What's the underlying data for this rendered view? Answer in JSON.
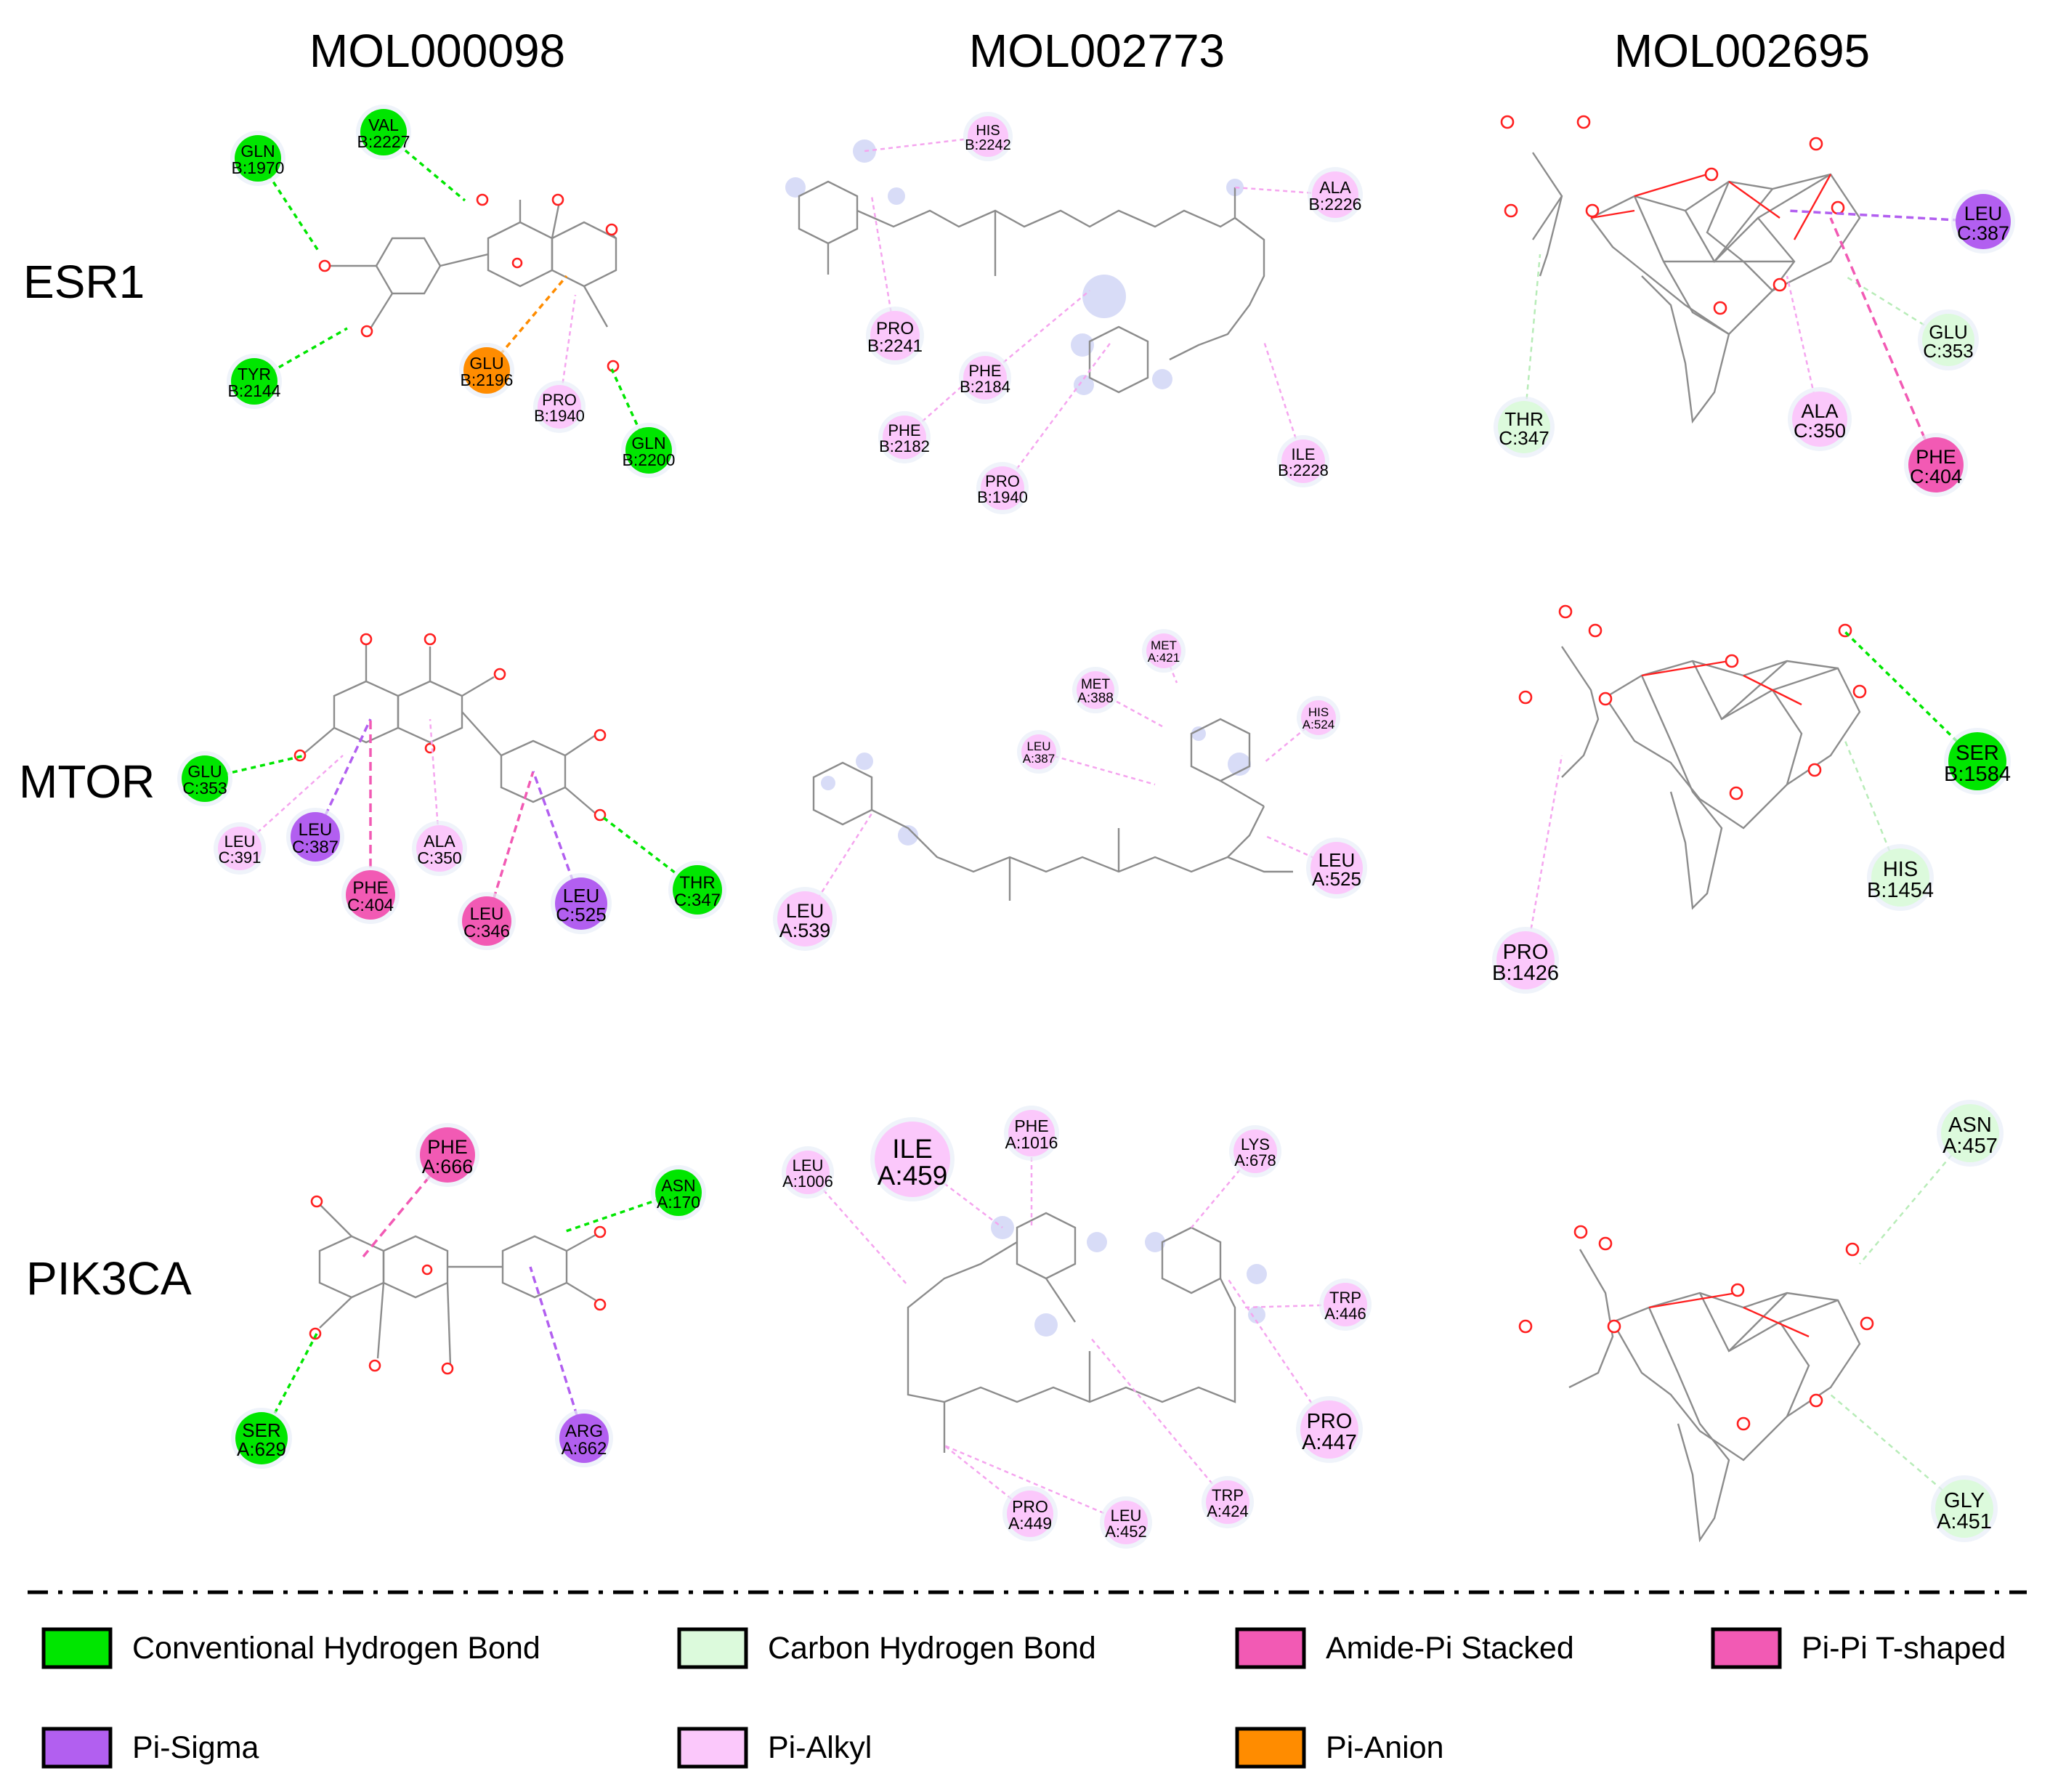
{
  "columns": [
    "MOL000098",
    "MOL002773",
    "MOL002695"
  ],
  "rows": [
    "ESR1",
    "MTOR",
    "PIK3CA"
  ],
  "colors": {
    "Conventional Hydrogen Bond": "#00e600",
    "Carbon Hydrogen Bond": "#dcfadc",
    "Amide-Pi Stacked": "#f25ab4",
    "Pi-Pi T-shaped": "#f25ab4",
    "Pi-Sigma": "#b25ff0",
    "Pi-Alkyl": "#fbc8fb",
    "Pi-Anion": "#ff8c00"
  },
  "legend": [
    {
      "label": "Conventional Hydrogen Bond",
      "type": "Conventional Hydrogen Bond"
    },
    {
      "label": "Carbon Hydrogen Bond",
      "type": "Carbon Hydrogen Bond"
    },
    {
      "label": "Amide-Pi Stacked",
      "type": "Amide-Pi Stacked"
    },
    {
      "label": "Pi-Pi T-shaped",
      "type": "Pi-Pi T-shaped"
    },
    {
      "label": "Pi-Sigma",
      "type": "Pi-Sigma"
    },
    {
      "label": "Pi-Alkyl",
      "type": "Pi-Alkyl"
    },
    {
      "label": "Pi-Anion",
      "type": "Pi-Anion"
    }
  ],
  "panels": [
    {
      "row": "ESR1",
      "column": "MOL000098",
      "residues": [
        {
          "name": "GLN",
          "id": "B:1970",
          "type": "Conventional Hydrogen Bond"
        },
        {
          "name": "VAL",
          "id": "B:2227",
          "type": "Conventional Hydrogen Bond"
        },
        {
          "name": "TYR",
          "id": "B:2144",
          "type": "Conventional Hydrogen Bond"
        },
        {
          "name": "GLU",
          "id": "B:2196",
          "type": "Pi-Anion"
        },
        {
          "name": "PRO",
          "id": "B:1940",
          "type": "Pi-Alkyl"
        },
        {
          "name": "GLN",
          "id": "B:2200",
          "type": "Conventional Hydrogen Bond"
        }
      ]
    },
    {
      "row": "ESR1",
      "column": "MOL002773",
      "residues": [
        {
          "name": "HIS",
          "id": "B:2242",
          "type": "Pi-Alkyl"
        },
        {
          "name": "ALA",
          "id": "B:2226",
          "type": "Pi-Alkyl"
        },
        {
          "name": "PRO",
          "id": "B:2241",
          "type": "Pi-Alkyl"
        },
        {
          "name": "PHE",
          "id": "B:2184",
          "type": "Pi-Alkyl"
        },
        {
          "name": "PHE",
          "id": "B:2182",
          "type": "Pi-Alkyl"
        },
        {
          "name": "PRO",
          "id": "B:1940",
          "type": "Pi-Alkyl"
        },
        {
          "name": "ILE",
          "id": "B:2228",
          "type": "Pi-Alkyl"
        }
      ]
    },
    {
      "row": "ESR1",
      "column": "MOL002695",
      "residues": [
        {
          "name": "LEU",
          "id": "C:387",
          "type": "Pi-Sigma"
        },
        {
          "name": "GLU",
          "id": "C:353",
          "type": "Carbon Hydrogen Bond"
        },
        {
          "name": "THR",
          "id": "C:347",
          "type": "Carbon Hydrogen Bond"
        },
        {
          "name": "ALA",
          "id": "C:350",
          "type": "Pi-Alkyl"
        },
        {
          "name": "PHE",
          "id": "C:404",
          "type": "Pi-Pi T-shaped"
        }
      ]
    },
    {
      "row": "MTOR",
      "column": "MOL000098",
      "residues": [
        {
          "name": "GLU",
          "id": "C:353",
          "type": "Conventional Hydrogen Bond"
        },
        {
          "name": "LEU",
          "id": "C:391",
          "type": "Pi-Alkyl"
        },
        {
          "name": "LEU",
          "id": "C:387",
          "type": "Pi-Sigma"
        },
        {
          "name": "PHE",
          "id": "C:404",
          "type": "Pi-Pi T-shaped"
        },
        {
          "name": "ALA",
          "id": "C:350",
          "type": "Pi-Alkyl"
        },
        {
          "name": "LEU",
          "id": "C:346",
          "type": "Amide-Pi Stacked"
        },
        {
          "name": "LEU",
          "id": "C:525",
          "type": "Pi-Sigma"
        },
        {
          "name": "THR",
          "id": "C:347",
          "type": "Conventional Hydrogen Bond"
        }
      ]
    },
    {
      "row": "MTOR",
      "column": "MOL002773",
      "residues": [
        {
          "name": "MET",
          "id": "A:421",
          "type": "Pi-Alkyl"
        },
        {
          "name": "MET",
          "id": "A:388",
          "type": "Pi-Alkyl"
        },
        {
          "name": "HIS",
          "id": "A:524",
          "type": "Pi-Alkyl"
        },
        {
          "name": "LEU",
          "id": "A:387",
          "type": "Pi-Alkyl"
        },
        {
          "name": "LEU",
          "id": "A:525",
          "type": "Pi-Alkyl"
        },
        {
          "name": "LEU",
          "id": "A:539",
          "type": "Pi-Alkyl"
        }
      ]
    },
    {
      "row": "MTOR",
      "column": "MOL002695",
      "residues": [
        {
          "name": "SER",
          "id": "B:1584",
          "type": "Conventional Hydrogen Bond"
        },
        {
          "name": "HIS",
          "id": "B:1454",
          "type": "Carbon Hydrogen Bond"
        },
        {
          "name": "PRO",
          "id": "B:1426",
          "type": "Pi-Alkyl"
        }
      ]
    },
    {
      "row": "PIK3CA",
      "column": "MOL000098",
      "residues": [
        {
          "name": "PHE",
          "id": "A:666",
          "type": "Pi-Pi T-shaped"
        },
        {
          "name": "ASN",
          "id": "A:170",
          "type": "Conventional Hydrogen Bond"
        },
        {
          "name": "SER",
          "id": "A:629",
          "type": "Conventional Hydrogen Bond"
        },
        {
          "name": "ARG",
          "id": "A:662",
          "type": "Pi-Sigma"
        }
      ]
    },
    {
      "row": "PIK3CA",
      "column": "MOL002773",
      "residues": [
        {
          "name": "LEU",
          "id": "A:1006",
          "type": "Pi-Alkyl"
        },
        {
          "name": "ILE",
          "id": "A:459",
          "type": "Pi-Alkyl"
        },
        {
          "name": "PHE",
          "id": "A:1016",
          "type": "Pi-Alkyl"
        },
        {
          "name": "LYS",
          "id": "A:678",
          "type": "Pi-Alkyl"
        },
        {
          "name": "TRP",
          "id": "A:446",
          "type": "Pi-Alkyl"
        },
        {
          "name": "PRO",
          "id": "A:447",
          "type": "Pi-Alkyl"
        },
        {
          "name": "TRP",
          "id": "A:424",
          "type": "Pi-Alkyl"
        },
        {
          "name": "PRO",
          "id": "A:449",
          "type": "Pi-Alkyl"
        },
        {
          "name": "LEU",
          "id": "A:452",
          "type": "Pi-Alkyl"
        }
      ]
    },
    {
      "row": "PIK3CA",
      "column": "MOL002695",
      "residues": [
        {
          "name": "ASN",
          "id": "A:457",
          "type": "Carbon Hydrogen Bond"
        },
        {
          "name": "GLY",
          "id": "A:451",
          "type": "Carbon Hydrogen Bond"
        }
      ]
    }
  ]
}
